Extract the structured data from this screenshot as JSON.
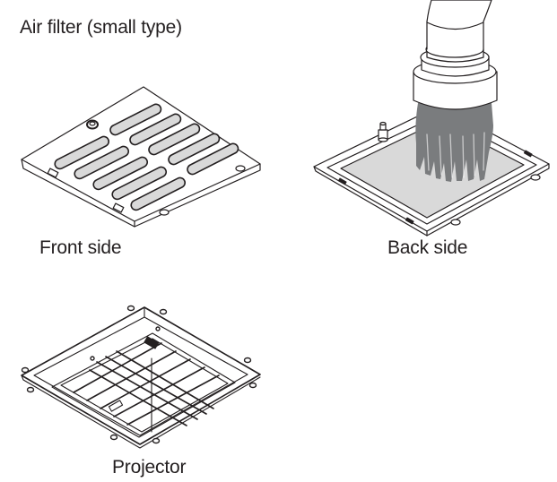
{
  "title": "Air filter (small type)",
  "figures": [
    {
      "id": "front",
      "caption": "Front side",
      "icon": "air-filter-front-illustration"
    },
    {
      "id": "back",
      "caption": "Back side",
      "icon": "vacuum-cleaning-filter-back-illustration"
    },
    {
      "id": "projector",
      "caption": "Projector",
      "icon": "projector-filter-slot-illustration"
    }
  ],
  "colors": {
    "line": "#231f20",
    "mesh": "#d9d9d9",
    "brush": "#7a7c7e",
    "background": "#ffffff"
  }
}
